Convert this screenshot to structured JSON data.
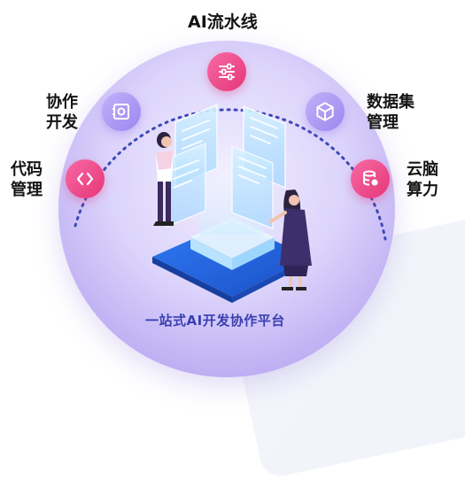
{
  "title": "AI流水线",
  "caption": "一站式AI开发协作平台",
  "features": [
    {
      "line1": "协作",
      "line2": "开发",
      "icon": "briefcase-icon"
    },
    {
      "line1": "代码",
      "line2": "管理",
      "icon": "code-brackets-icon"
    },
    {
      "line1": "数据集",
      "line2": "管理",
      "icon": "cube-icon"
    },
    {
      "line1": "云脑",
      "line2": "算力",
      "icon": "database-icon"
    }
  ],
  "pipeline_icon": "sliders-icon",
  "colors": {
    "accent_pink": "#e63679",
    "accent_violet": "#9c86ef",
    "caption_blue": "#3a3fb0",
    "circle": "#c9bdf5"
  }
}
